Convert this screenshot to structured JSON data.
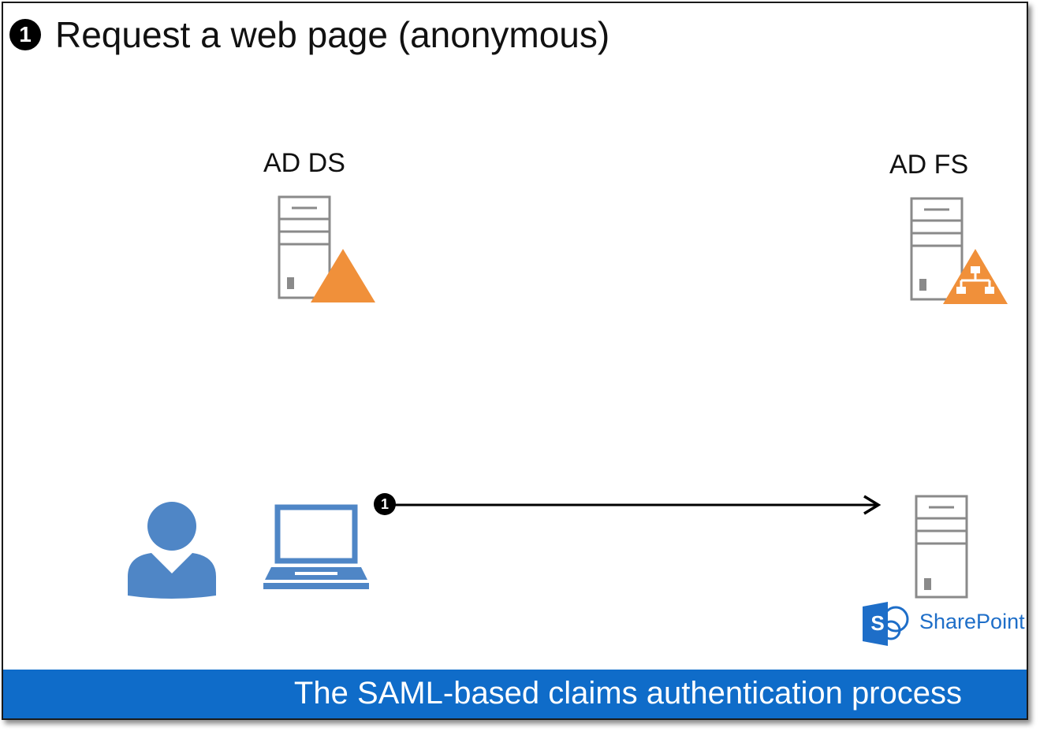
{
  "title": {
    "step_number": "1",
    "text": "Request a web page (anonymous)"
  },
  "nodes": {
    "ad_ds": {
      "label": "AD DS",
      "icon": "server-warning-icon"
    },
    "ad_fs": {
      "label": "AD FS",
      "icon": "server-network-icon"
    },
    "user": {
      "icon": "user-icon"
    },
    "laptop": {
      "icon": "laptop-icon"
    },
    "sharepoint": {
      "icon": "server-icon",
      "logo_letter": "S",
      "label": "SharePoint"
    }
  },
  "flow": {
    "step_number": "1",
    "from": "laptop",
    "to": "sharepoint"
  },
  "footer": {
    "text": "The SAML-based claims authentication process"
  },
  "colors": {
    "accent_blue": "#0f6cc9",
    "icon_blue": "#4f86c6",
    "warning_orange": "#f0903a",
    "server_gray": "#8a8a8a",
    "sharepoint_blue": "#1e6ec8"
  }
}
